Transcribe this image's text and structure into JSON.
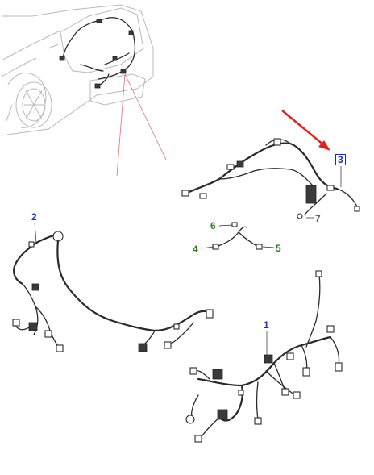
{
  "callouts": {
    "c1": "1",
    "c2": "2",
    "c3": "3",
    "c4": "4",
    "c5": "5",
    "c6": "6",
    "c7": "7"
  },
  "colors": {
    "callout_blue": "#1a2fb8",
    "callout_green": "#2f7a1f",
    "arrow_red": "#e0231f",
    "leader_red": "#e07070"
  }
}
